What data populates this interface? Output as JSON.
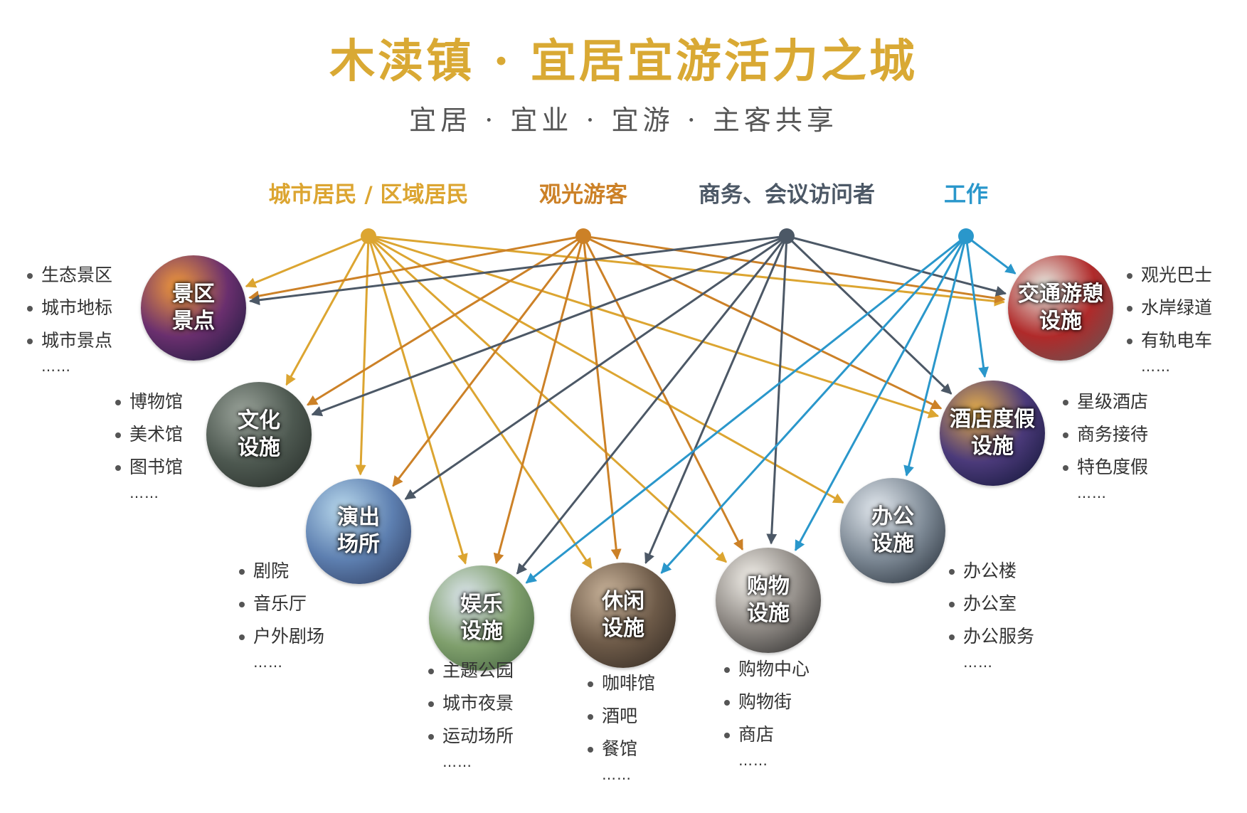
{
  "title": "木渎镇 · 宜居宜游活力之城",
  "subtitle": "宜居 · 宜业 · 宜游 · 主客共享",
  "sources": [
    {
      "id": "residents",
      "label": "城市居民 / 区域居民",
      "color": "#dca531"
    },
    {
      "id": "tourists",
      "label": "观光游客",
      "color": "#cc8127"
    },
    {
      "id": "business",
      "label": "商务、会议访问者",
      "color": "#4c5866"
    },
    {
      "id": "work",
      "label": "工作",
      "color": "#2a97cb"
    }
  ],
  "nodes": [
    {
      "id": "scenic",
      "label": "景区\n景点",
      "items": [
        "生态景区",
        "城市地标",
        "城市景点"
      ],
      "more": "……",
      "bg": [
        "#f29a3a",
        "#6a2f6e",
        "#121838"
      ]
    },
    {
      "id": "culture",
      "label": "文化\n设施",
      "items": [
        "博物馆",
        "美术馆",
        "图书馆"
      ],
      "more": "……",
      "bg": [
        "#9aa39a",
        "#4d5850",
        "#242a26"
      ]
    },
    {
      "id": "performance",
      "label": "演出\n场所",
      "items": [
        "剧院",
        "音乐厅",
        "户外剧场"
      ],
      "more": "……",
      "bg": [
        "#b8d8ec",
        "#5d7fb0",
        "#2a3556"
      ]
    },
    {
      "id": "entertainment",
      "label": "娱乐\n设施",
      "items": [
        "主题公园",
        "城市夜景",
        "运动场所"
      ],
      "more": "……",
      "bg": [
        "#dde6ee",
        "#7f9f6c",
        "#3c5a3a"
      ]
    },
    {
      "id": "leisure",
      "label": "休闲\n设施",
      "items": [
        "咖啡馆",
        "酒吧",
        "餐馆"
      ],
      "more": "……",
      "bg": [
        "#c9b39a",
        "#6d5a48",
        "#2e2620"
      ]
    },
    {
      "id": "shopping",
      "label": "购物\n设施",
      "items": [
        "购物中心",
        "购物街",
        "商店"
      ],
      "more": "……",
      "bg": [
        "#f3f0ea",
        "#8c8782",
        "#222222"
      ]
    },
    {
      "id": "office",
      "label": "办公\n设施",
      "items": [
        "办公楼",
        "办公室",
        "办公服务"
      ],
      "more": "……",
      "bg": [
        "#e2e8ee",
        "#7c8894",
        "#1e2630"
      ]
    },
    {
      "id": "hotel",
      "label": "酒店度假\n设施",
      "items": [
        "星级酒店",
        "商务接待",
        "特色度假"
      ],
      "more": "……",
      "bg": [
        "#e8b04a",
        "#4b3a7a",
        "#0c1230"
      ]
    },
    {
      "id": "transport",
      "label": "交通游憩\n设施",
      "items": [
        "观光巴士",
        "水岸绿道",
        "有轨电车"
      ],
      "more": "……",
      "bg": [
        "#e9efe6",
        "#b02a2a",
        "#5a5a5a"
      ]
    }
  ]
}
